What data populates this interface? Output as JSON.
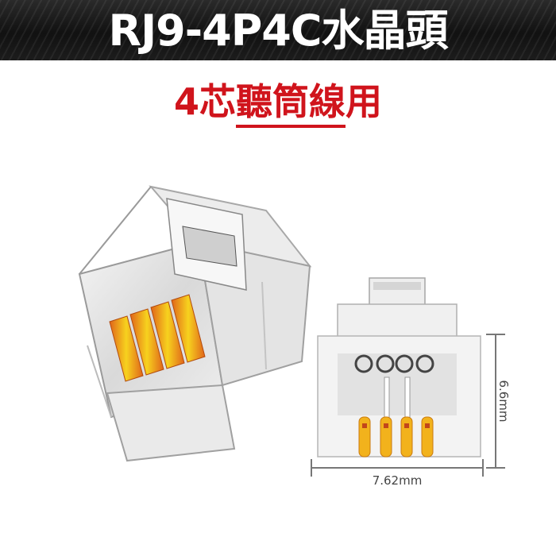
{
  "banner": {
    "title": "RJ9-4P4C水晶頭",
    "background_color": "#141414",
    "text_color": "#ffffff"
  },
  "subtitle": {
    "prefix": "4芯",
    "underlined": "聽筒線",
    "suffix": "用",
    "color": "#d0141c"
  },
  "product": {
    "name": "RJ9 4P4C crystal connector",
    "contact_count": 4,
    "contact_color": "#f2b21c"
  },
  "dimensions": {
    "height_label": "6.6mm",
    "width_label": "7.62mm"
  }
}
